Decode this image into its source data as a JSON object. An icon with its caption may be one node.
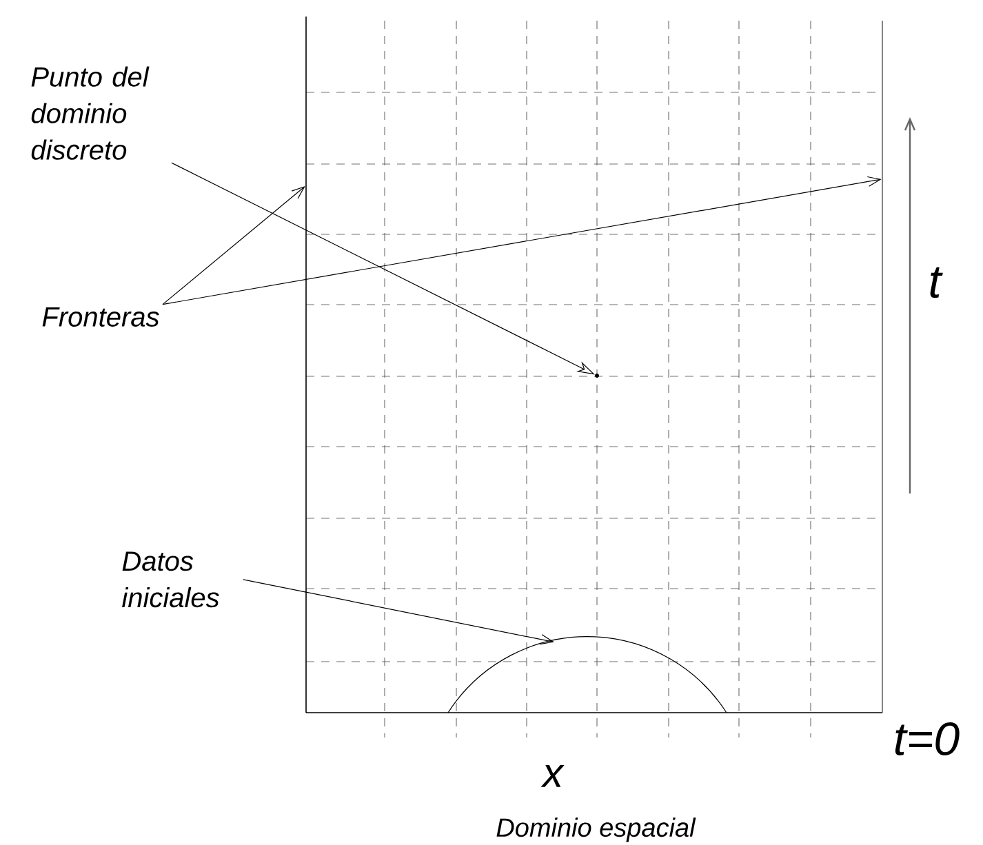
{
  "diagram": {
    "nodes": [
      {
        "text": [
          "Punto del dominio discreto"
        ]
      },
      {
        "text": [
          "Fronteras"
        ]
      },
      {
        "text": [
          "Datos iniciales"
        ]
      },
      {
        "text": [],
        "shape": "point"
      },
      {
        "text": [],
        "shape": "line"
      },
      {
        "text": [],
        "shape": "line"
      },
      {
        "text": [],
        "shape": "arc"
      }
    ],
    "edges": [
      {
        "from": 0,
        "to": 3,
        "arrow": "to"
      },
      {
        "from": 1,
        "to": 4,
        "arrow": "to"
      },
      {
        "from": 1,
        "to": 5,
        "arrow": "to"
      },
      {
        "from": 2,
        "to": 6,
        "arrow": "to"
      }
    ],
    "labels": [
      "t",
      "t=0",
      "x",
      "Dominio espacial"
    ]
  }
}
